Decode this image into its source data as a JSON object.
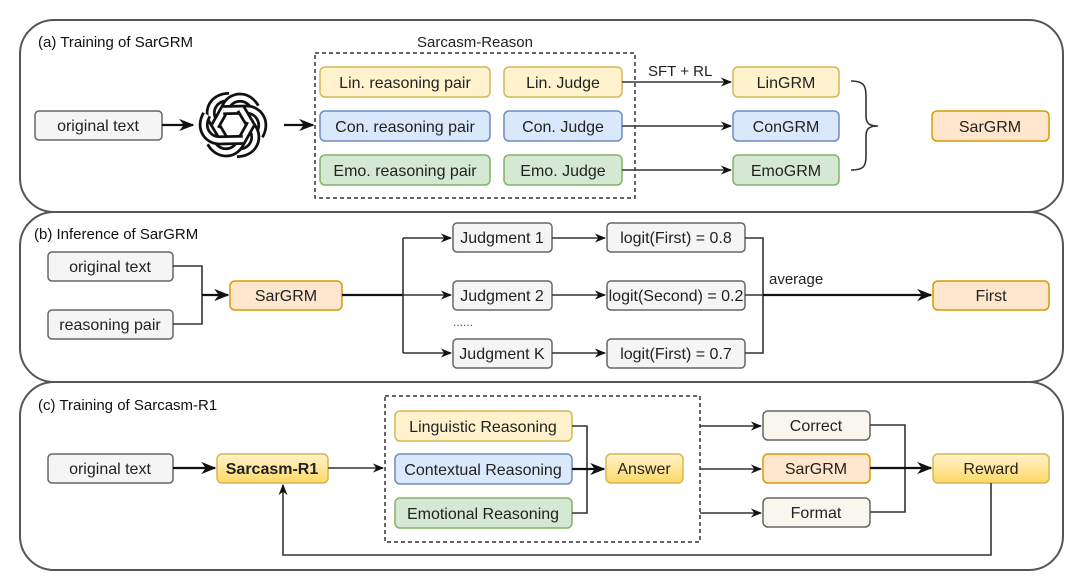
{
  "panels": {
    "a": {
      "title": "(a) Training of SarGRM",
      "group_label": "Sarcasm-Reason",
      "input": "original text",
      "generator_icon": "openai-logo-icon",
      "reasoning_pairs": [
        "Lin. reasoning pair",
        "Con. reasoning pair",
        "Emo. reasoning pair"
      ],
      "judges": [
        "Lin. Judge",
        "Con. Judge",
        "Emo. Judge"
      ],
      "edge_label": "SFT + RL",
      "grms": [
        "LinGRM",
        "ConGRM",
        "EmoGRM"
      ],
      "output": "SarGRM"
    },
    "b": {
      "title": "(b) Inference of SarGRM",
      "inputs": [
        "original text",
        "reasoning pair"
      ],
      "model": "SarGRM",
      "judgments": [
        "Judgment 1",
        "Judgment 2",
        "Judgment K"
      ],
      "ellipsis": "......",
      "logits": [
        "logit(First) = 0.8",
        "logit(Second) = 0.2",
        "logit(First) = 0.7"
      ],
      "edge_label": "average",
      "output": "First"
    },
    "c": {
      "title": "(c) Training of Sarcasm-R1",
      "input": "original text",
      "model": "Sarcasm-R1",
      "reasonings": [
        "Linguistic Reasoning",
        "Contextual Reasoning",
        "Emotional Reasoning"
      ],
      "answer": "Answer",
      "rewards": [
        "Correct",
        "SarGRM",
        "Format"
      ],
      "output": "Reward"
    }
  },
  "colors": {
    "yellow_fill": "#FFF2CC",
    "yellow_stroke": "#D6B656",
    "blue_fill": "#DAE8FC",
    "blue_stroke": "#6C8EBF",
    "green_fill": "#D5E8D4",
    "green_stroke": "#82B366",
    "orange_fill": "#FFE6CC",
    "orange_stroke": "#D79B00",
    "gray_fill": "#F5F5F5",
    "gray_stroke": "#666666",
    "cream_fill": "#F9F7ED",
    "gold_top": "#FFF2CC",
    "gold_bottom": "#FFD966"
  }
}
